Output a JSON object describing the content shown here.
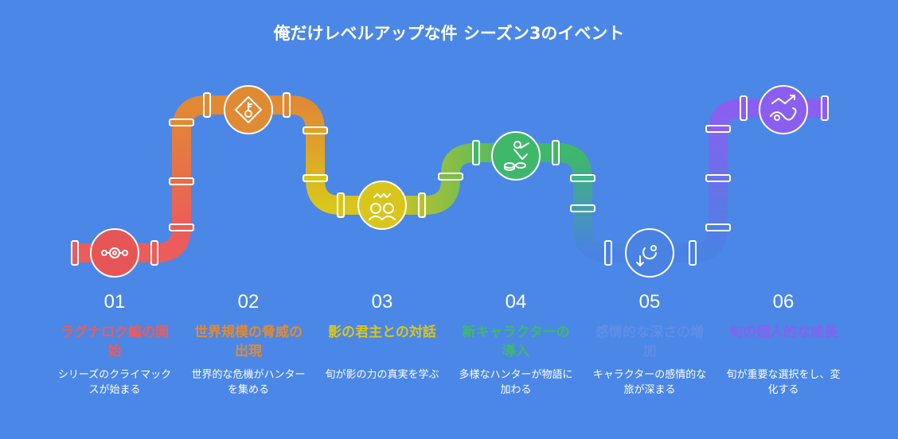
{
  "title": "俺だけレベルアップな件 シーズン3のイベント",
  "steps": [
    {
      "number": "01",
      "heading": "ラグナロク編の開始",
      "description": "シリーズのクライマックスが始まる",
      "color": "#ec5c5a",
      "icon": "pressure-gauge-icon"
    },
    {
      "number": "02",
      "heading": "世界規模の脅威の出現",
      "description": "世界的な危機がハンターを集める",
      "color": "#e18a34",
      "icon": "key-warning-icon"
    },
    {
      "number": "03",
      "heading": "影の君主との対話",
      "description": "旬が影の力の真実を学ぶ",
      "color": "#d9c61c",
      "icon": "group-dialogue-icon"
    },
    {
      "number": "04",
      "heading": "新キャラクターの導入",
      "description": "多様なハンターが物語に加わる",
      "color": "#3fb86c",
      "icon": "worker-coins-icon"
    },
    {
      "number": "05",
      "heading": "感情的な深さの増加",
      "description": "キャラクターの感情的な旅が深まる",
      "color": "#4a82e4",
      "icon": "depth-gauge-icon"
    },
    {
      "number": "06",
      "heading": "旬の個人的な成長",
      "description": "旬が重要な選択をし、変化する",
      "color": "#8a5ff0",
      "icon": "growth-chart-icon"
    }
  ]
}
